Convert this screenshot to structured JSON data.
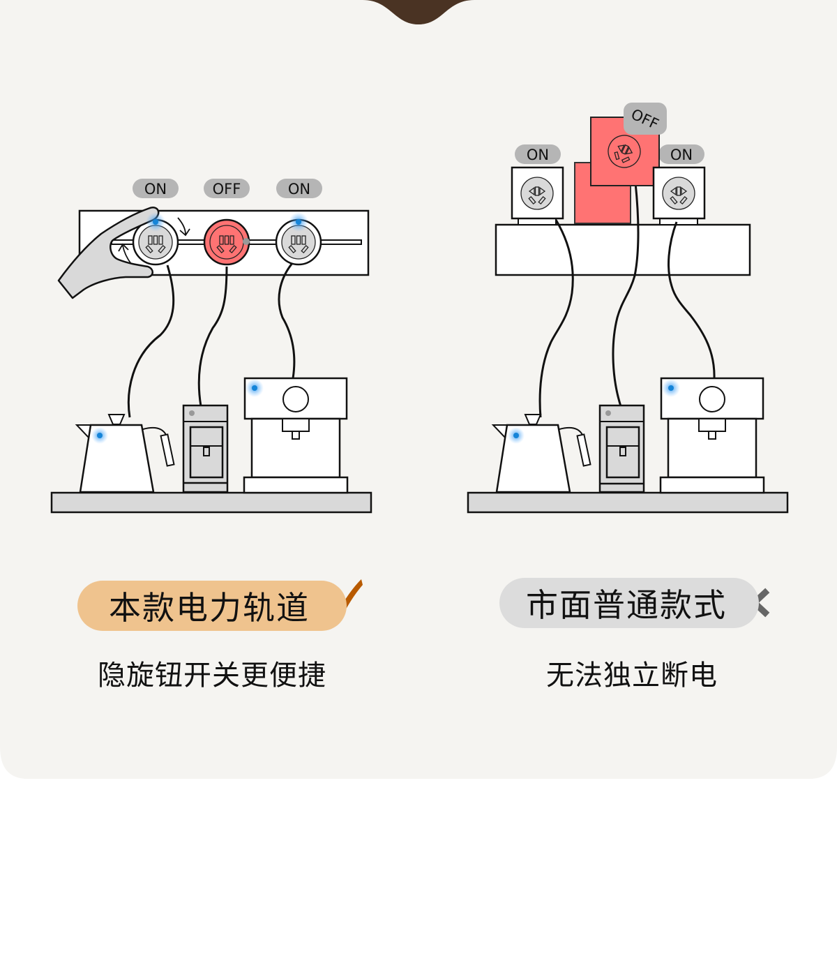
{
  "colors": {
    "panel_bg": "#f5f4f1",
    "off_red": "#ff7373",
    "socket_gray": "#d9d9d9",
    "tag_gray": "#b5b5b5",
    "led_blue": "#1584d8",
    "good_pill": "#efc38e",
    "check_orange": "#b85a00",
    "bad_pill": "#dcdcdc",
    "cross_gray": "#666666"
  },
  "left_panel": {
    "title": "本款电力轨道",
    "subtitle": "隐旋钮开关更便捷",
    "verdict_icon": "check-icon",
    "sockets": [
      {
        "status": "ON"
      },
      {
        "status": "OFF"
      },
      {
        "status": "ON"
      }
    ],
    "appliances": [
      "kettle",
      "grinder",
      "coffee-machine"
    ]
  },
  "right_panel": {
    "title": "市面普通款式",
    "subtitle": "无法独立断电",
    "verdict_icon": "cross-icon",
    "sockets": [
      {
        "status": "ON"
      },
      {
        "status": "OFF"
      },
      {
        "status": "ON"
      }
    ],
    "appliances": [
      "kettle",
      "grinder",
      "coffee-machine"
    ]
  }
}
